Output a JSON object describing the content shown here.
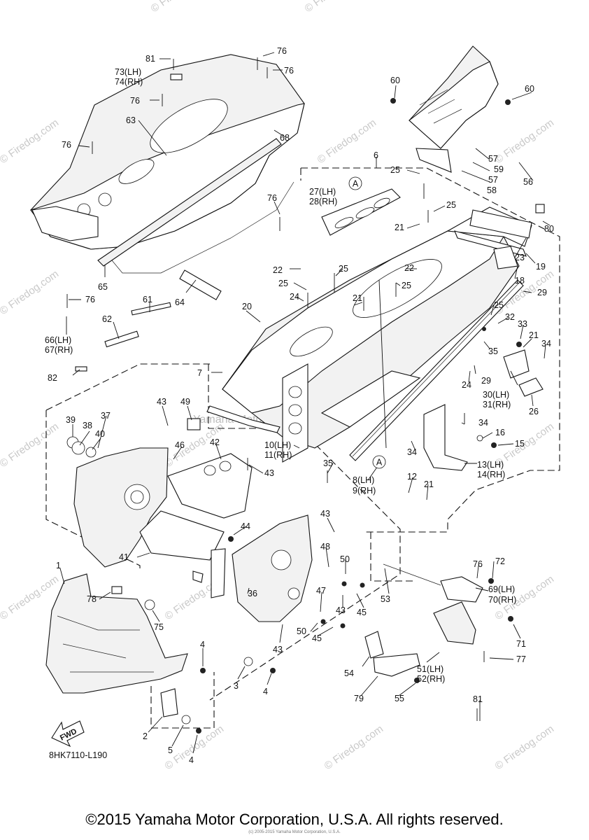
{
  "diagram_code": "8HK7110-L190",
  "fwd_label": "FWD",
  "circle_marker": "A",
  "copyright": "©2015 Yamaha Motor Corporation, U.S.A. All rights reserved.",
  "small_credit": "(c) 2005-2015 Yamaha Motor Corporation, U.S.A.",
  "watermark_text": "© Firedog.com",
  "center_watermark": "Yamaha Motor Corp. U.S.A.",
  "callouts": [
    {
      "key": "c81a",
      "text": "81"
    },
    {
      "key": "c76a",
      "text": "76"
    },
    {
      "key": "c76b",
      "text": "76"
    },
    {
      "key": "c73",
      "text": "73(LH)"
    },
    {
      "key": "c74",
      "text": "74(RH)"
    },
    {
      "key": "c76c",
      "text": "76"
    },
    {
      "key": "c63",
      "text": "63"
    },
    {
      "key": "c68",
      "text": "68"
    },
    {
      "key": "c76d",
      "text": "76"
    },
    {
      "key": "c60a",
      "text": "60"
    },
    {
      "key": "c60b",
      "text": "60"
    },
    {
      "key": "c57a",
      "text": "57"
    },
    {
      "key": "c59",
      "text": "59"
    },
    {
      "key": "c57b",
      "text": "57"
    },
    {
      "key": "c56",
      "text": "56"
    },
    {
      "key": "c58",
      "text": "58"
    },
    {
      "key": "c6",
      "text": "6"
    },
    {
      "key": "c27",
      "text": "27(LH)"
    },
    {
      "key": "c28",
      "text": "28(RH)"
    },
    {
      "key": "c25a",
      "text": "25"
    },
    {
      "key": "c25b",
      "text": "25"
    },
    {
      "key": "c76e",
      "text": "76"
    },
    {
      "key": "c21a",
      "text": "21"
    },
    {
      "key": "c80",
      "text": "80"
    },
    {
      "key": "c23",
      "text": "23"
    },
    {
      "key": "c19",
      "text": "19"
    },
    {
      "key": "c18",
      "text": "18"
    },
    {
      "key": "c22a",
      "text": "22"
    },
    {
      "key": "c25c",
      "text": "25"
    },
    {
      "key": "c22b",
      "text": "22"
    },
    {
      "key": "c25d",
      "text": "25"
    },
    {
      "key": "c25e",
      "text": "25"
    },
    {
      "key": "c29a",
      "text": "29"
    },
    {
      "key": "c65",
      "text": "65"
    },
    {
      "key": "c64",
      "text": "64"
    },
    {
      "key": "c24a",
      "text": "24"
    },
    {
      "key": "c21b",
      "text": "21"
    },
    {
      "key": "c76f",
      "text": "76"
    },
    {
      "key": "c20",
      "text": "20"
    },
    {
      "key": "c25f",
      "text": "25"
    },
    {
      "key": "c32",
      "text": "32"
    },
    {
      "key": "c33",
      "text": "33"
    },
    {
      "key": "c66",
      "text": "66(LH)"
    },
    {
      "key": "c67",
      "text": "67(RH)"
    },
    {
      "key": "c61",
      "text": "61"
    },
    {
      "key": "c62",
      "text": "62"
    },
    {
      "key": "c21c",
      "text": "21"
    },
    {
      "key": "c34a",
      "text": "34"
    },
    {
      "key": "c35a",
      "text": "35"
    },
    {
      "key": "c7",
      "text": "7"
    },
    {
      "key": "c29b",
      "text": "29"
    },
    {
      "key": "c24b",
      "text": "24"
    },
    {
      "key": "c82",
      "text": "82"
    },
    {
      "key": "c30",
      "text": "30(LH)"
    },
    {
      "key": "c31",
      "text": "31(RH)"
    },
    {
      "key": "c26",
      "text": "26"
    },
    {
      "key": "c43a",
      "text": "43"
    },
    {
      "key": "c49",
      "text": "49"
    },
    {
      "key": "c37",
      "text": "37"
    },
    {
      "key": "c34b",
      "text": "34"
    },
    {
      "key": "c39",
      "text": "39"
    },
    {
      "key": "c38",
      "text": "38"
    },
    {
      "key": "c40",
      "text": "40"
    },
    {
      "key": "c16",
      "text": "16"
    },
    {
      "key": "c15",
      "text": "15"
    },
    {
      "key": "c46",
      "text": "46"
    },
    {
      "key": "c42",
      "text": "42"
    },
    {
      "key": "c10",
      "text": "10(LH)"
    },
    {
      "key": "c11",
      "text": "11(RH)"
    },
    {
      "key": "c34c",
      "text": "34"
    },
    {
      "key": "c13",
      "text": "13(LH)"
    },
    {
      "key": "c14",
      "text": "14(RH)"
    },
    {
      "key": "c35b",
      "text": "35"
    },
    {
      "key": "c43b",
      "text": "43"
    },
    {
      "key": "c8",
      "text": "8(LH)"
    },
    {
      "key": "c9",
      "text": "9(RH)"
    },
    {
      "key": "c12",
      "text": "12"
    },
    {
      "key": "c21d",
      "text": "21"
    },
    {
      "key": "c43c",
      "text": "43"
    },
    {
      "key": "c44",
      "text": "44"
    },
    {
      "key": "c41",
      "text": "41"
    },
    {
      "key": "c48",
      "text": "48"
    },
    {
      "key": "c50a",
      "text": "50"
    },
    {
      "key": "c76g",
      "text": "76"
    },
    {
      "key": "c72",
      "text": "72"
    },
    {
      "key": "c53",
      "text": "53"
    },
    {
      "key": "c69",
      "text": "69(LH)"
    },
    {
      "key": "c70",
      "text": "70(RH)"
    },
    {
      "key": "c1",
      "text": "1"
    },
    {
      "key": "c36",
      "text": "36"
    },
    {
      "key": "c47",
      "text": "47"
    },
    {
      "key": "c43d",
      "text": "43"
    },
    {
      "key": "c45a",
      "text": "45"
    },
    {
      "key": "c78",
      "text": "78"
    },
    {
      "key": "c75",
      "text": "75"
    },
    {
      "key": "c50b",
      "text": "50"
    },
    {
      "key": "c45b",
      "text": "45"
    },
    {
      "key": "c71",
      "text": "71"
    },
    {
      "key": "c43e",
      "text": "43"
    },
    {
      "key": "c4a",
      "text": "4"
    },
    {
      "key": "c77",
      "text": "77"
    },
    {
      "key": "c54",
      "text": "54"
    },
    {
      "key": "c51",
      "text": "51(LH)"
    },
    {
      "key": "c52",
      "text": "52(RH)"
    },
    {
      "key": "c3",
      "text": "3"
    },
    {
      "key": "c4b",
      "text": "4"
    },
    {
      "key": "c79",
      "text": "79"
    },
    {
      "key": "c55",
      "text": "55"
    },
    {
      "key": "c81b",
      "text": "81"
    },
    {
      "key": "c2",
      "text": "2"
    },
    {
      "key": "c5",
      "text": "5"
    },
    {
      "key": "c4c",
      "text": "4"
    }
  ]
}
